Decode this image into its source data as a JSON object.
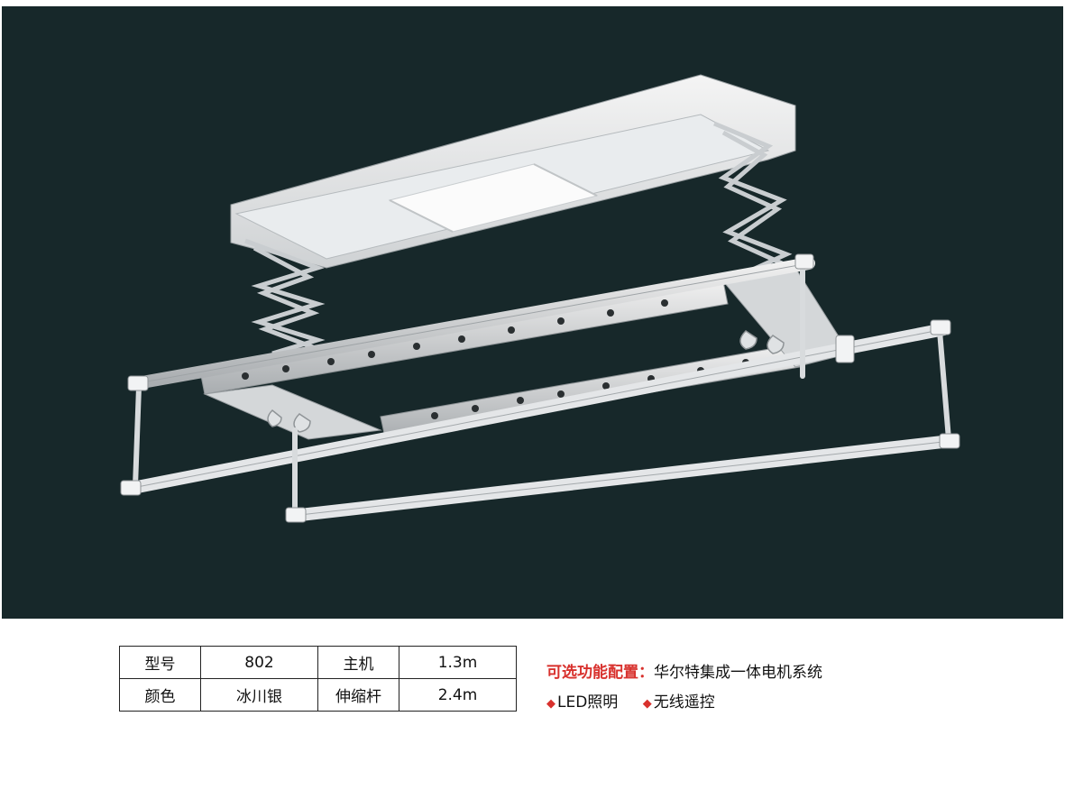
{
  "image": {
    "subject": "electric-drying-rack-icon",
    "background_color": "#17282a"
  },
  "spec_table": {
    "rows": [
      {
        "label1": "型号",
        "value1": "802",
        "label2": "主机",
        "value2": "1.3m"
      },
      {
        "label1": "颜色",
        "value1": "冰川银",
        "label2": "伸缩杆",
        "value2": "2.4m"
      }
    ]
  },
  "options": {
    "title": "可选功能配置：",
    "system": "华尔特集成一体电机系统",
    "items": [
      "LED照明",
      "无线遥控"
    ],
    "accent_color": "#d8312d"
  }
}
